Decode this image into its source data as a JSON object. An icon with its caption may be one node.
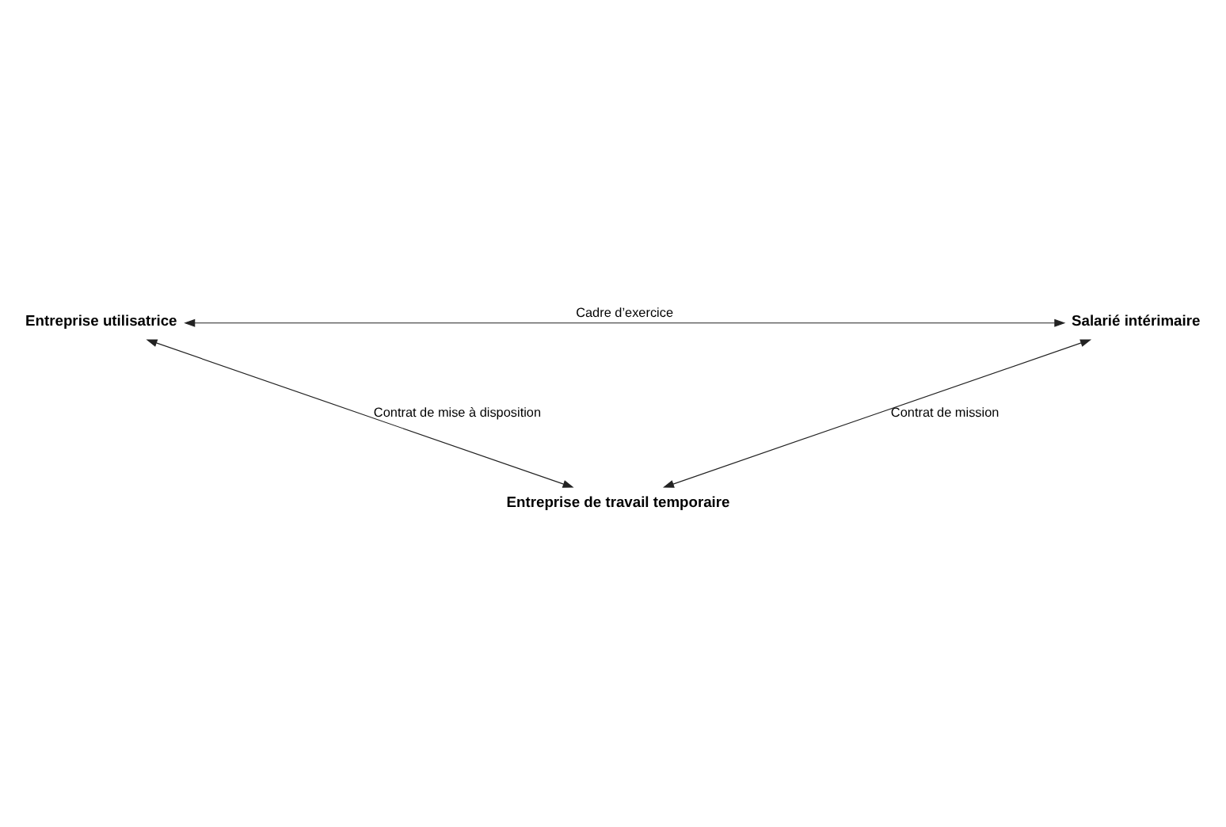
{
  "diagram": {
    "nodes": [
      {
        "text": [
          "Entreprise utilisatrice"
        ]
      },
      {
        "text": [
          "Salarié intérimaire"
        ]
      },
      {
        "text": [
          "Entreprise de travail temporaire"
        ]
      }
    ],
    "edges": [
      {
        "from": 0,
        "to": 1,
        "arrow": "both",
        "label": "Cadre d’exercice"
      },
      {
        "from": 0,
        "to": 2,
        "arrow": "both",
        "label": "Contrat de mise à disposition"
      },
      {
        "from": 1,
        "to": 2,
        "arrow": "both",
        "label": "Contrat de mission"
      }
    ]
  }
}
